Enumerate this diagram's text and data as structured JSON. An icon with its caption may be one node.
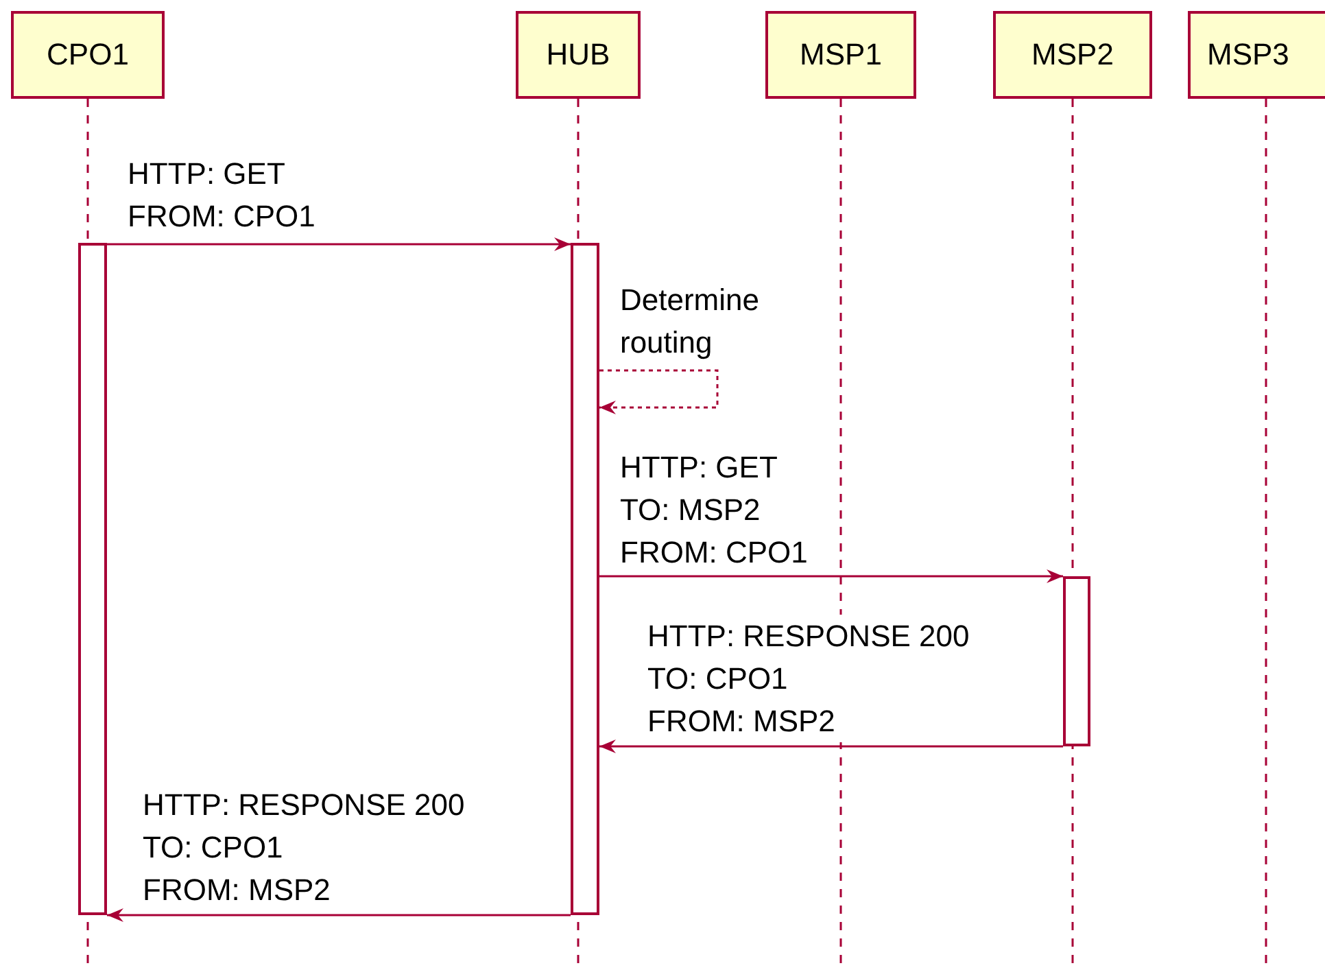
{
  "diagram": {
    "nodes": [
      {
        "text": [
          "CPO1"
        ]
      },
      {
        "text": [
          "HUB"
        ]
      },
      {
        "text": [
          "MSP1"
        ]
      },
      {
        "text": [
          "MSP2"
        ]
      },
      {
        "text": [
          "MSP3"
        ]
      },
      {
        "text": [],
        "shape": "bar"
      },
      {
        "text": [],
        "shape": "bar"
      },
      {
        "text": [],
        "shape": "bar"
      }
    ],
    "edges": [
      {
        "from": 5,
        "to": 6,
        "arrow": "to",
        "label": "HTTP: GET FROM: CPO1"
      },
      {
        "from": 6,
        "to": 6,
        "arrow": "to",
        "label": "Determine routing",
        "style": "dashed"
      },
      {
        "from": 6,
        "to": 7,
        "arrow": "to",
        "label": "HTTP: GET TO: MSP2 FROM: CPO1"
      },
      {
        "from": 7,
        "to": 6,
        "arrow": "to",
        "label": "HTTP: RESPONSE 200 TO: CPO1 FROM: MSP2"
      },
      {
        "from": 6,
        "to": 5,
        "arrow": "to",
        "label": "HTTP: RESPONSE 200 TO: CPO1 FROM: MSP2"
      }
    ]
  }
}
